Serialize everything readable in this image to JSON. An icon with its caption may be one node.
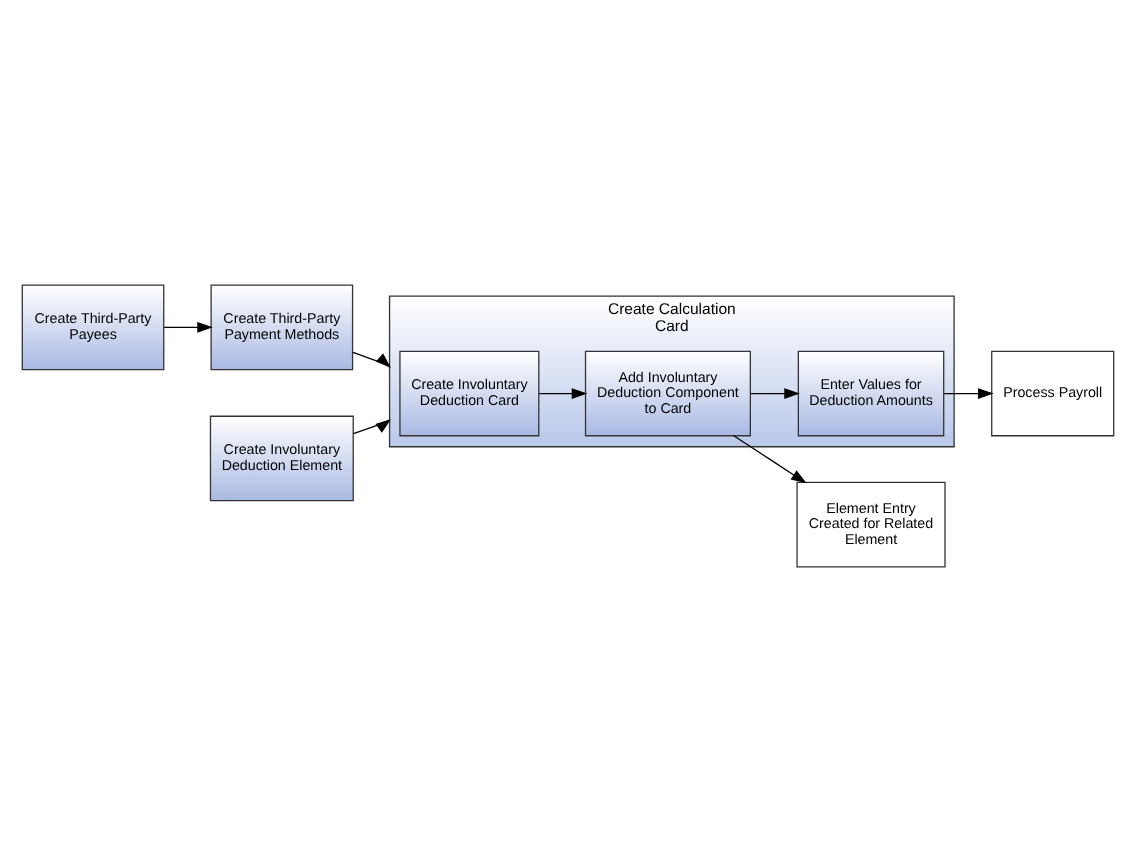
{
  "diagram": {
    "nodes": [
      {
        "text": [
          "Create Third-Party Payees"
        ]
      },
      {
        "text": [
          "Create Third-Party Payment Methods"
        ]
      },
      {
        "text": [
          "Create Involuntary Deduction Element"
        ]
      },
      {
        "text": [
          "Create Calculation Card"
        ]
      },
      {
        "text": [
          "Create Involuntary Deduction Card"
        ],
        "in": 3
      },
      {
        "text": [
          "Add Involuntary Deduction Component to Card"
        ],
        "in": 3
      },
      {
        "text": [
          "Enter Values for Deduction Amounts"
        ],
        "in": 3
      },
      {
        "text": [
          "Element Entry Created for Related Element"
        ]
      },
      {
        "text": [
          "Process Payroll"
        ]
      }
    ],
    "edges": [
      {
        "from": 0,
        "to": 1,
        "arrow": "to"
      },
      {
        "from": 1,
        "to": 3,
        "arrow": "to"
      },
      {
        "from": 2,
        "to": 3,
        "arrow": "to"
      },
      {
        "from": 4,
        "to": 5,
        "arrow": "to"
      },
      {
        "from": 5,
        "to": 6,
        "arrow": "to"
      },
      {
        "from": 5,
        "to": 7,
        "arrow": "to"
      },
      {
        "from": 6,
        "to": 8,
        "arrow": "to"
      }
    ]
  }
}
